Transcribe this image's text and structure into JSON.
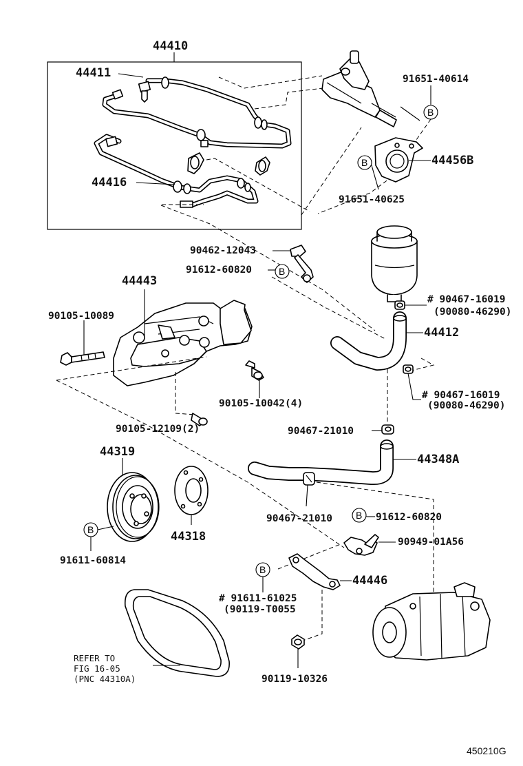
{
  "labels": {
    "assy_44410": "44410",
    "p_44411": "44411",
    "p_44416": "44416",
    "p_91651_40614": "91651-40614",
    "p_44456B": "44456B",
    "p_91651_40625": "91651-40625",
    "p_90462_12043": "90462-12043",
    "p_91612_60820_a": "91612-60820",
    "p_44443": "44443",
    "p_90105_10089": "90105-10089",
    "p_90105_10042": "90105-10042(4)",
    "p_90105_12109": "90105-12109(2)",
    "p_90467_16019_a": "# 90467-16019",
    "p_90080_46290_a": "(90080-46290)",
    "p_44412": "44412",
    "p_90467_16019_b": "# 90467-16019",
    "p_90080_46290_b": "(90080-46290)",
    "p_90467_21010_a": "90467-21010",
    "p_44348A": "44348A",
    "p_44319": "44319",
    "p_44318": "44318",
    "p_91611_60814": "91611-60814",
    "p_90467_21010_b": "90467-21010",
    "p_91612_60820_b": "91612-60820",
    "p_90949_01A56": "90949-01A56",
    "p_91611_61025": "# 91611-61025",
    "p_90119_T0055": "(90119-T0055",
    "p_44446": "44446",
    "p_90119_10326": "90119-10326",
    "refer_line1": "REFER TO",
    "refer_line2": "FIG 16-05",
    "refer_line3": "(PNC 44310A)",
    "fig_code": "450210G",
    "marker_b": "B"
  }
}
